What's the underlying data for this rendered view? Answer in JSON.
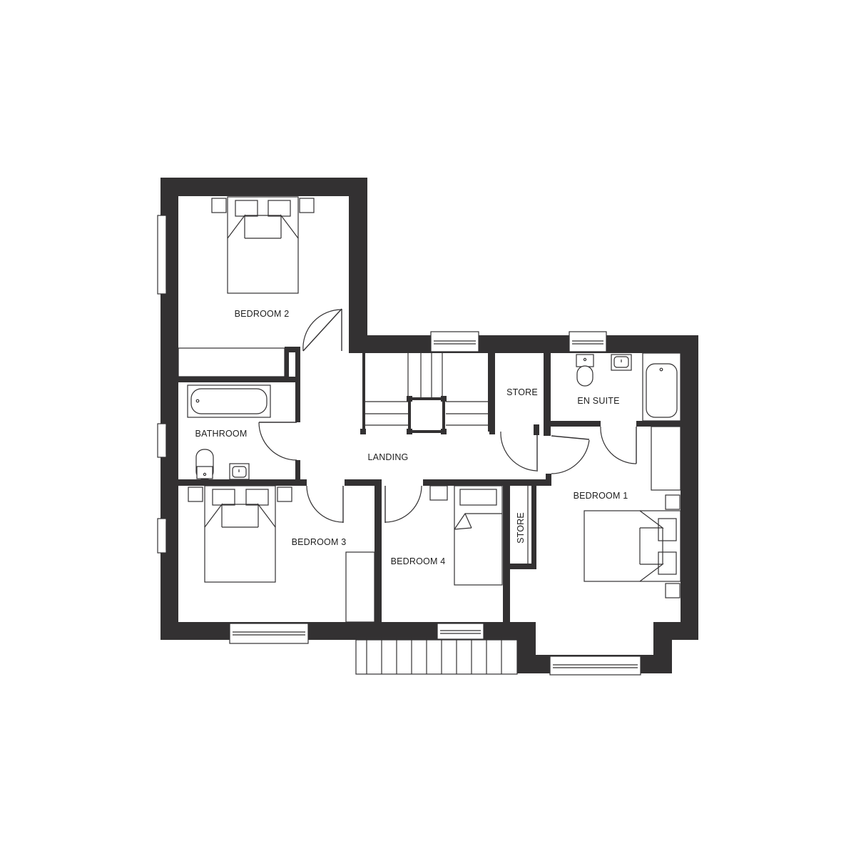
{
  "rooms": {
    "bedroom_1": "BEDROOM 1",
    "bedroom_2": "BEDROOM 2",
    "bedroom_3": "BEDROOM 3",
    "bedroom_4": "BEDROOM 4",
    "bathroom": "BATHROOM",
    "landing": "LANDING",
    "store_top": "STORE",
    "store_side": "STORE",
    "en_suite": "EN SUITE"
  },
  "colors": {
    "wall": "#333132",
    "background": "#ffffff",
    "label": "#1e1e1e"
  }
}
